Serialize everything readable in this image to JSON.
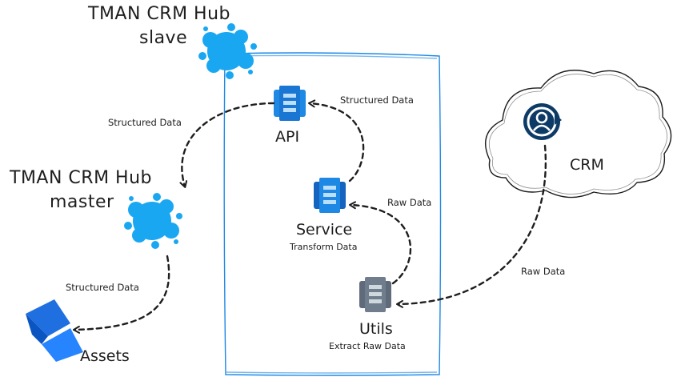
{
  "nodes": {
    "slave_title": "TMAN CRM Hub",
    "slave_sub": "slave",
    "master_title": "TMAN CRM Hub",
    "master_sub": "master",
    "api": "API",
    "service": "Service",
    "service_sub": "Transform Data",
    "utils": "Utils",
    "utils_sub": "Extract Raw Data",
    "crm": "CRM",
    "assets": "Assets"
  },
  "edges": {
    "api_to_master": "Structured Data",
    "service_to_api": "Structured Data",
    "utils_to_service": "Raw Data",
    "crm_to_utils": "Raw Data",
    "master_to_assets": "Structured Data"
  },
  "colors": {
    "splash": "#1aa7f2",
    "container_border": "#1e88e5",
    "api_icon": "#1e88e5",
    "service_icon": "#1565c0",
    "utils_icon": "#5f6b7a",
    "crm_icon": "#0d3b66",
    "assets_icon": "#1f6fe0",
    "arrow": "#1e1e1e"
  },
  "icons": [
    "splash-icon",
    "cube-stack-icon",
    "user-icon",
    "jira-assets-icon"
  ]
}
